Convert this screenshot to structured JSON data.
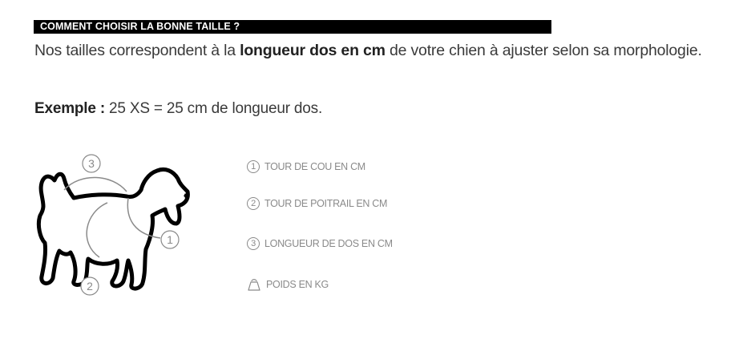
{
  "header": {
    "title": "COMMENT CHOISIR LA BONNE TAILLE ?"
  },
  "intro": {
    "prefix": "Nos tailles correspondent à la ",
    "emphasis": "longueur dos en cm",
    "suffix": " de votre chien à ajuster selon sa morphologie."
  },
  "example": {
    "label": "Exemple :",
    "text": " 25 XS = 25 cm de longueur dos."
  },
  "diagram": {
    "markers": [
      "3",
      "1",
      "2"
    ]
  },
  "legend": {
    "items": [
      {
        "number": "1",
        "label": "TOUR DE COU EN CM"
      },
      {
        "number": "2",
        "label": "TOUR DE POITRAIL EN CM"
      },
      {
        "number": "3",
        "label": "LONGUEUR DE DOS EN CM"
      },
      {
        "icon": "weight-icon",
        "label": "POIDS EN KG"
      }
    ]
  }
}
